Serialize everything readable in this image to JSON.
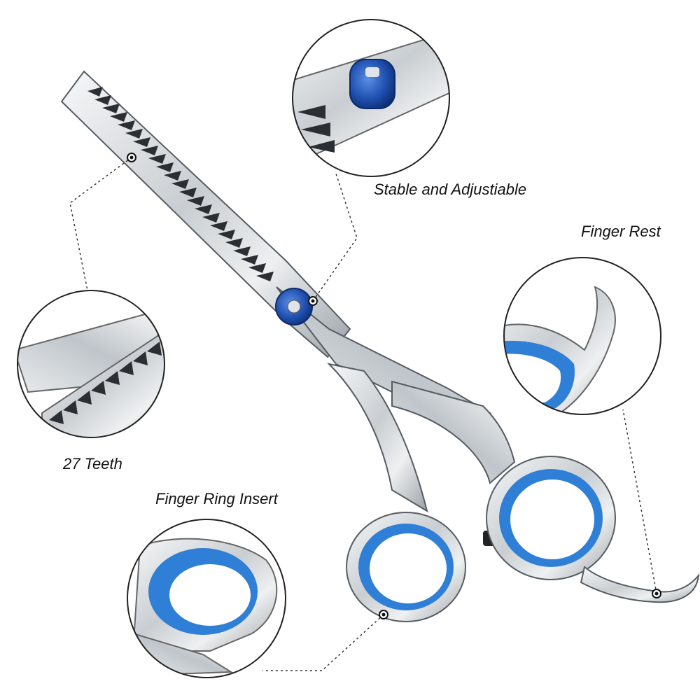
{
  "callouts": {
    "adjustable": "Stable and Adjustiable",
    "finger_rest": "Finger Rest",
    "teeth": "27 Teeth",
    "ring_insert": "Finger Ring Insert"
  },
  "colors": {
    "steel": "#d9dde0",
    "steel_dark": "#8a9096",
    "insert_blue": "#2f7fd6",
    "screw_blue": "#1f4fae",
    "outline": "#222222"
  }
}
